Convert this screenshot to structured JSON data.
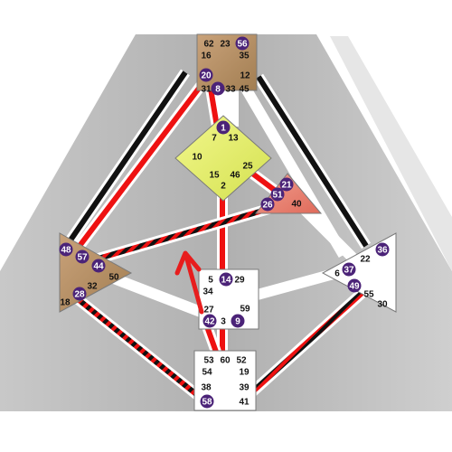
{
  "colors": {
    "silhouette_light": "#d6d6d6",
    "silhouette_dark": "#b4b4b4",
    "channel_white": "#ffffff",
    "channel_black": "#111111",
    "channel_red": "#ee1111",
    "badge_fill": "#4b2378",
    "badge_text": "#ffffff",
    "gate_text": "#111111",
    "head_center": "#b58d5e",
    "ajna_center": "#b58d5e",
    "throat_center": "#dde859",
    "ego_center": "#e88070",
    "spleen_center": "#b58d5e",
    "g_center": "#ffffff",
    "sacral_center": "#ffffff",
    "root_center": "#ffffff",
    "solar_center": "#ffffff",
    "arrow": "#e71d1d"
  },
  "centers": [
    {
      "id": "head",
      "name": "head-center",
      "gates": [
        {
          "num": "62",
          "activated": false
        },
        {
          "num": "23",
          "activated": false
        },
        {
          "num": "56",
          "activated": true
        },
        {
          "num": "16",
          "activated": false
        },
        {
          "num": "35",
          "activated": false
        }
      ]
    },
    {
      "id": "ajna",
      "name": "ajna-center",
      "gates": [
        {
          "num": "20",
          "activated": true
        },
        {
          "num": "12",
          "activated": false
        },
        {
          "num": "31",
          "activated": false
        },
        {
          "num": "8",
          "activated": true
        },
        {
          "num": "33",
          "activated": false
        },
        {
          "num": "45",
          "activated": false
        }
      ]
    },
    {
      "id": "throat",
      "name": "throat-center",
      "gates": [
        {
          "num": "1",
          "activated": true
        },
        {
          "num": "7",
          "activated": false
        },
        {
          "num": "13",
          "activated": false
        },
        {
          "num": "10",
          "activated": false
        },
        {
          "num": "25",
          "activated": false
        },
        {
          "num": "15",
          "activated": false
        },
        {
          "num": "46",
          "activated": false
        },
        {
          "num": "2",
          "activated": false
        }
      ]
    },
    {
      "id": "ego",
      "name": "ego-center",
      "gates": [
        {
          "num": "21",
          "activated": true
        },
        {
          "num": "51",
          "activated": true
        },
        {
          "num": "26",
          "activated": true
        },
        {
          "num": "40",
          "activated": false
        }
      ]
    },
    {
      "id": "spleen",
      "name": "spleen-center",
      "gates": [
        {
          "num": "48",
          "activated": true
        },
        {
          "num": "57",
          "activated": true
        },
        {
          "num": "44",
          "activated": true
        },
        {
          "num": "50",
          "activated": false
        },
        {
          "num": "32",
          "activated": false
        },
        {
          "num": "28",
          "activated": true
        },
        {
          "num": "18",
          "activated": false
        }
      ]
    },
    {
      "id": "g",
      "name": "g-center",
      "gates": [
        {
          "num": "5",
          "activated": false
        },
        {
          "num": "14",
          "activated": true
        },
        {
          "num": "29",
          "activated": false
        },
        {
          "num": "34",
          "activated": false
        },
        {
          "num": "27",
          "activated": false
        },
        {
          "num": "59",
          "activated": false
        },
        {
          "num": "42",
          "activated": true
        },
        {
          "num": "3",
          "activated": false
        },
        {
          "num": "9",
          "activated": true
        }
      ]
    },
    {
      "id": "solar",
      "name": "solar-plexus-center",
      "gates": [
        {
          "num": "36",
          "activated": true
        },
        {
          "num": "22",
          "activated": false
        },
        {
          "num": "6",
          "activated": false
        },
        {
          "num": "37",
          "activated": true
        },
        {
          "num": "49",
          "activated": true
        },
        {
          "num": "55",
          "activated": false
        },
        {
          "num": "30",
          "activated": false
        }
      ]
    },
    {
      "id": "root",
      "name": "root-center",
      "gates": [
        {
          "num": "53",
          "activated": false
        },
        {
          "num": "60",
          "activated": false
        },
        {
          "num": "52",
          "activated": false
        },
        {
          "num": "54",
          "activated": false
        },
        {
          "num": "19",
          "activated": false
        },
        {
          "num": "38",
          "activated": false
        },
        {
          "num": "39",
          "activated": false
        },
        {
          "num": "58",
          "activated": true
        },
        {
          "num": "41",
          "activated": false
        }
      ]
    }
  ],
  "channels": [
    {
      "name": "channel-ajna-throat-left",
      "style": "red"
    },
    {
      "name": "channel-ajna-throat-center",
      "style": "white"
    },
    {
      "name": "channel-ajna-throat-right",
      "style": "white"
    },
    {
      "name": "channel-ajna-spleen",
      "style": "red"
    },
    {
      "name": "channel-ajna-spleen-outer",
      "style": "black"
    },
    {
      "name": "channel-ajna-solar",
      "style": "white"
    },
    {
      "name": "channel-ajna-solar-outer",
      "style": "black"
    },
    {
      "name": "channel-throat-sacral",
      "style": "red"
    },
    {
      "name": "channel-throat-ego",
      "style": "red"
    },
    {
      "name": "channel-ego-spleen",
      "style": "striped"
    },
    {
      "name": "channel-ego-solar",
      "style": "white"
    },
    {
      "name": "channel-spleen-sacral",
      "style": "white"
    },
    {
      "name": "channel-spleen-root",
      "style": "striped"
    },
    {
      "name": "channel-sacral-root",
      "style": "red"
    },
    {
      "name": "channel-solar-root",
      "style": "striped"
    },
    {
      "name": "channel-solar-sacral",
      "style": "white"
    }
  ]
}
